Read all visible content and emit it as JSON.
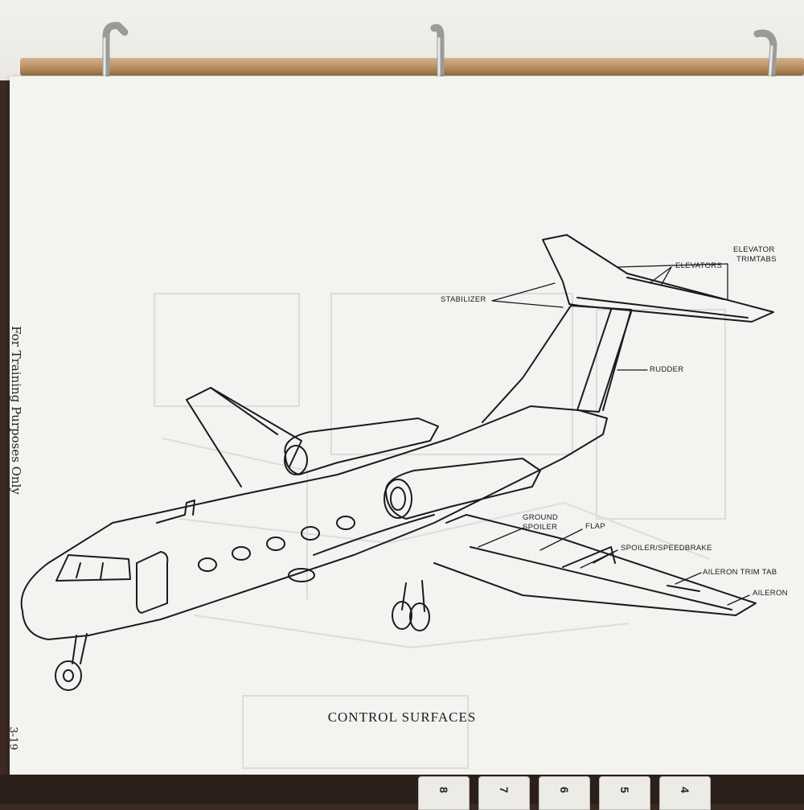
{
  "page": {
    "side_note": "For Training Purposes Only",
    "page_number": "3-19",
    "caption": "CONTROL SURFACES"
  },
  "labels": {
    "elevator_trimtabs_line1": "ELEVATOR",
    "elevator_trimtabs_line2": "TRIMTABS",
    "elevators": "ELEVATORS",
    "stabilizer": "STABILIZER",
    "rudder": "RUDDER",
    "ground_spoiler_line1": "GROUND",
    "ground_spoiler_line2": "SPOILER",
    "flap": "FLAP",
    "spoiler_speedbrake": "SPOILER/SPEEDBRAKE",
    "aileron_trim_tab": "AILERON TRIM TAB",
    "aileron": "AILERON"
  },
  "tabs": [
    "8",
    "7",
    "6",
    "5",
    "4"
  ]
}
